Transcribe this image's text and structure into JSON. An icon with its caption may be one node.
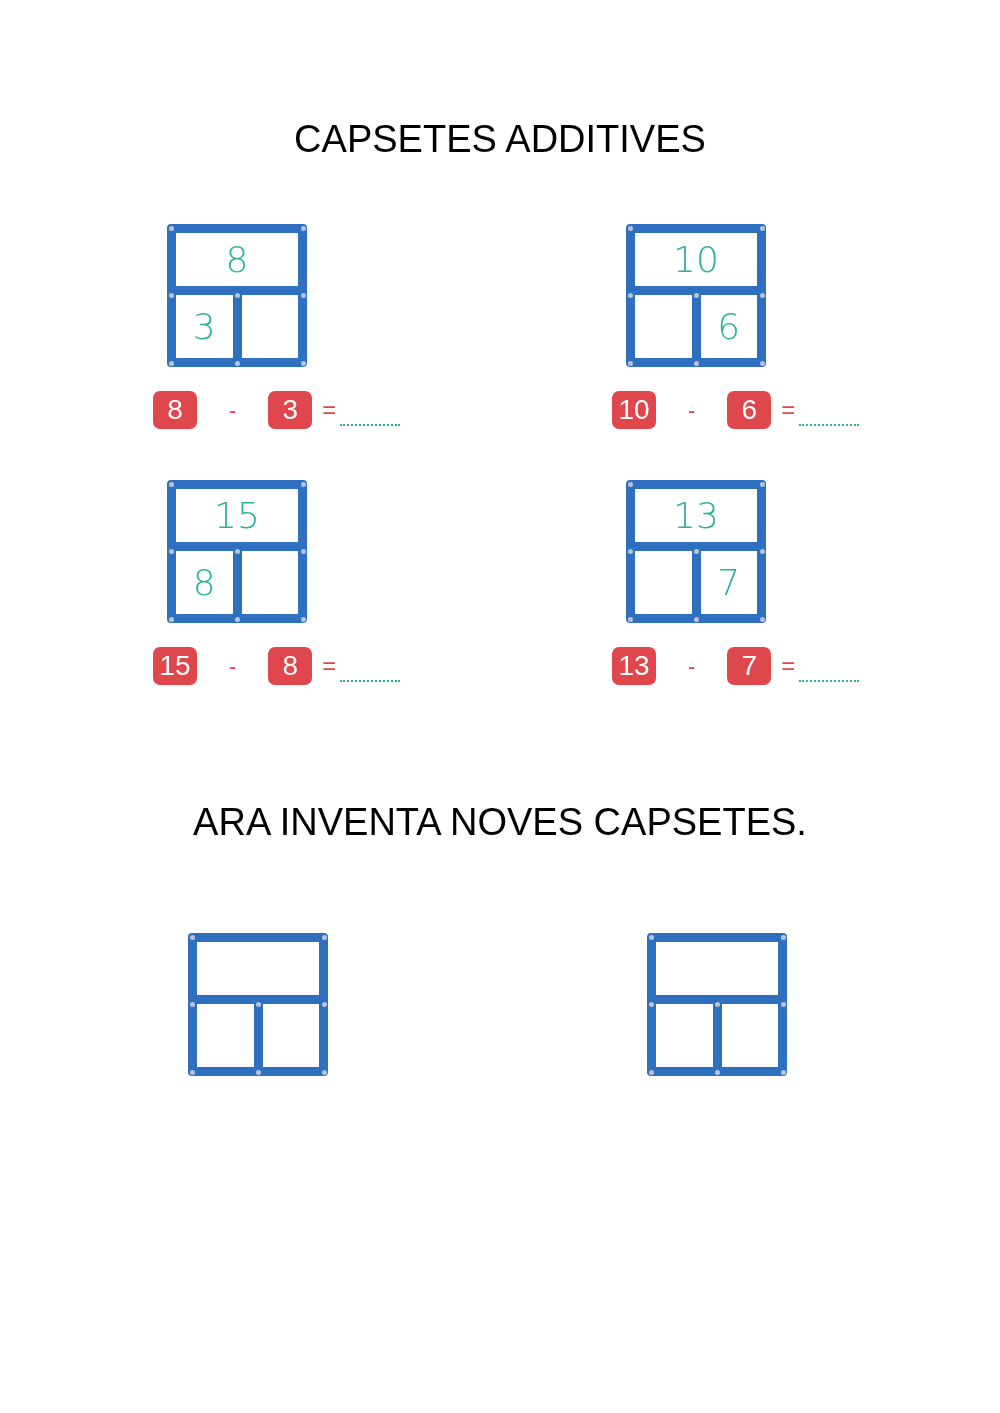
{
  "diagram": {
    "title": "CAPSETES ADDITIVES",
    "nodes": [
      {
        "text": [],
        "shape": "box"
      },
      {
        "text": [
          "8"
        ],
        "in": 0
      },
      {
        "text": [
          "3"
        ],
        "in": 0
      },
      {
        "text": [],
        "shape": "box",
        "in": 0
      },
      {
        "text": [
          "8"
        ]
      },
      {
        "text": [
          "3"
        ]
      },
      {
        "text": [],
        "shape": "box"
      },
      {
        "text": [
          "10"
        ],
        "in": 6
      },
      {
        "text": [],
        "shape": "box",
        "in": 6
      },
      {
        "text": [
          "6"
        ],
        "in": 6
      },
      {
        "text": [
          "10"
        ]
      },
      {
        "text": [
          "6"
        ]
      },
      {
        "text": [],
        "shape": "box"
      },
      {
        "text": [
          "15"
        ],
        "in": 12
      },
      {
        "text": [
          "8"
        ],
        "in": 12
      },
      {
        "text": [],
        "shape": "box",
        "in": 12
      },
      {
        "text": [
          "15"
        ]
      },
      {
        "text": [
          "8"
        ]
      },
      {
        "text": [],
        "shape": "box"
      },
      {
        "text": [
          "13"
        ],
        "in": 18
      },
      {
        "text": [],
        "shape": "box",
        "in": 18
      },
      {
        "text": [
          "7"
        ],
        "in": 18
      },
      {
        "text": [
          "13"
        ]
      },
      {
        "text": [
          "7"
        ]
      },
      {
        "text": [],
        "shape": "box"
      },
      {
        "text": [],
        "shape": "box",
        "in": 24
      },
      {
        "text": [],
        "shape": "box",
        "in": 24
      },
      {
        "text": [],
        "shape": "box",
        "in": 24
      },
      {
        "text": [],
        "shape": "box"
      },
      {
        "text": [],
        "shape": "box",
        "in": 28
      },
      {
        "text": [],
        "shape": "box",
        "in": 28
      },
      {
        "text": [],
        "shape": "box",
        "in": 28
      }
    ],
    "labels": [
      "-",
      "=",
      "-",
      "=",
      "-",
      "=",
      "-",
      "=",
      "ARA INVENTA NOVES CAPSETES."
    ]
  }
}
